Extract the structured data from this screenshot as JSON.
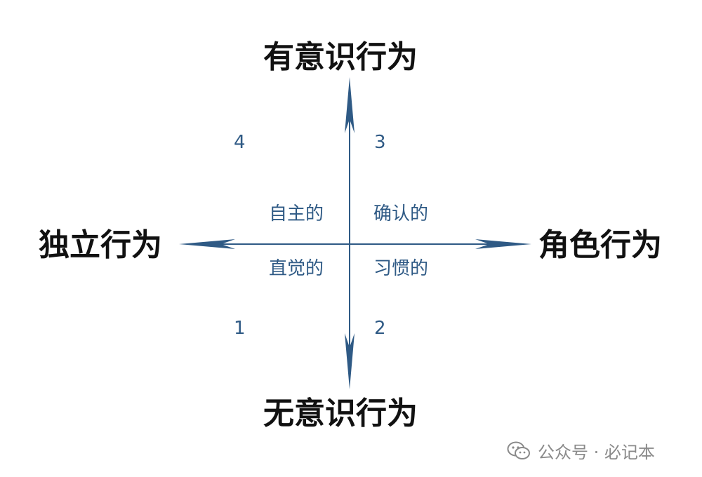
{
  "axes": {
    "top": "有意识行为",
    "bottom": "无意识行为",
    "left": "独立行为",
    "right": "角色行为"
  },
  "quadrants": {
    "top_left": {
      "label": "自主的",
      "number": "4"
    },
    "top_right": {
      "label": "确认的",
      "number": "3"
    },
    "bottom_left": {
      "label": "直觉的",
      "number": "1"
    },
    "bottom_right": {
      "label": "习惯的",
      "number": "2"
    }
  },
  "watermark": {
    "text": "公众号 · 必记本",
    "icon": "wechat-icon"
  },
  "colors": {
    "axis": "#2f5a85",
    "title": "#111111",
    "watermark": "#8a8a8a"
  }
}
